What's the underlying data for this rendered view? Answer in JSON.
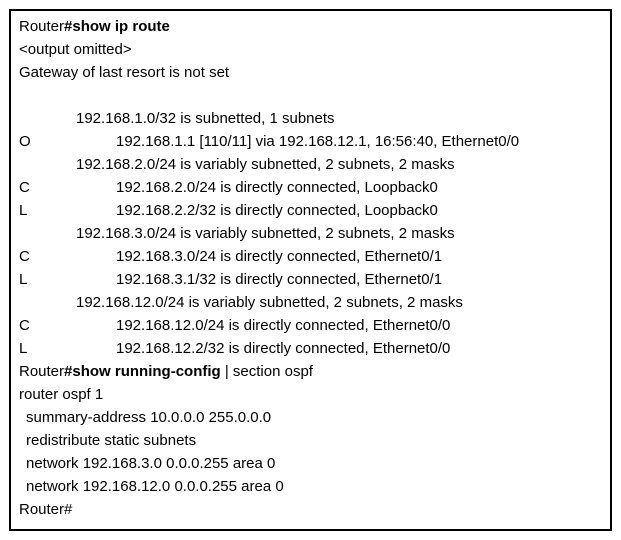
{
  "window": {
    "background": "#ffffff",
    "border_color": "#000000",
    "text_color": "#000000"
  },
  "console": {
    "lines": [
      {
        "kind": "cmd",
        "segments": [
          {
            "text": "Router",
            "bold": false
          },
          {
            "text": "#show ip route",
            "bold": true
          }
        ]
      },
      {
        "kind": "text",
        "text": "<output omitted>"
      },
      {
        "kind": "text",
        "text": "Gateway of last resort is not set"
      },
      {
        "kind": "blank"
      },
      {
        "kind": "hdr",
        "text": "192.168.1.0/32 is subnetted, 1 subnets"
      },
      {
        "kind": "route",
        "code": "O",
        "text": "192.168.1.1 [110/11] via 192.168.12.1, 16:56:40, Ethernet0/0"
      },
      {
        "kind": "hdr",
        "text": "192.168.2.0/24 is variably subnetted, 2 subnets, 2 masks"
      },
      {
        "kind": "route",
        "code": "C",
        "text": "192.168.2.0/24 is directly connected, Loopback0"
      },
      {
        "kind": "route",
        "code": "L",
        "text": "192.168.2.2/32 is directly connected, Loopback0"
      },
      {
        "kind": "hdr",
        "text": "192.168.3.0/24 is variably subnetted, 2 subnets, 2 masks"
      },
      {
        "kind": "route",
        "code": "C",
        "text": "192.168.3.0/24 is directly connected, Ethernet0/1"
      },
      {
        "kind": "route",
        "code": "L",
        "text": "192.168.3.1/32 is directly connected, Ethernet0/1"
      },
      {
        "kind": "hdr",
        "text": "192.168.12.0/24 is variably subnetted, 2 subnets, 2 masks"
      },
      {
        "kind": "route",
        "code": "C",
        "text": "192.168.12.0/24 is directly connected, Ethernet0/0"
      },
      {
        "kind": "route",
        "code": "L",
        "text": "192.168.12.2/32 is directly connected, Ethernet0/0"
      },
      {
        "kind": "cmd",
        "segments": [
          {
            "text": "Router",
            "bold": false
          },
          {
            "text": "#show running-config",
            "bold": true
          },
          {
            "text": " | section ospf",
            "bold": false
          }
        ]
      },
      {
        "kind": "text",
        "text": "router ospf 1"
      },
      {
        "kind": "cfg",
        "text": "summary-address 10.0.0.0 255.0.0.0"
      },
      {
        "kind": "cfg",
        "text": "redistribute static subnets"
      },
      {
        "kind": "cfg",
        "text": "network 192.168.3.0 0.0.0.255 area 0"
      },
      {
        "kind": "cfg",
        "text": "network 192.168.12.0 0.0.0.255 area 0"
      },
      {
        "kind": "text",
        "text": "Router#"
      }
    ]
  }
}
